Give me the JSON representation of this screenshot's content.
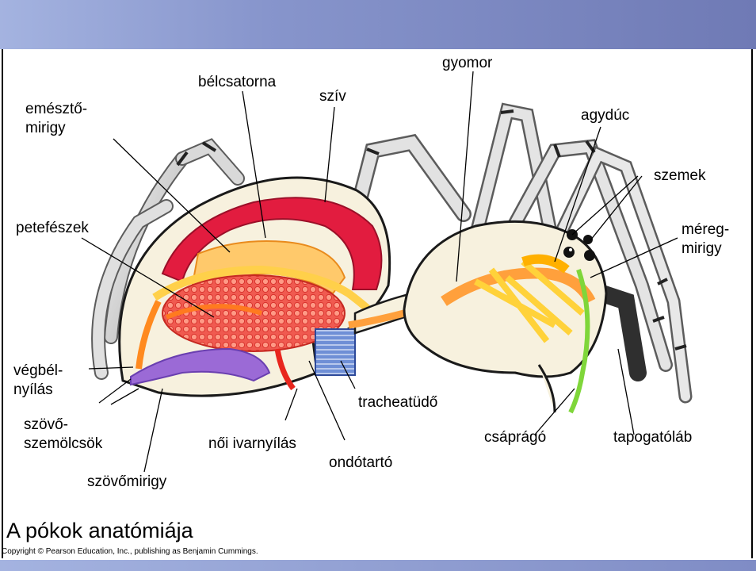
{
  "diagram": {
    "title": "A pókok anatómiája",
    "copyright": "Copyright © Pearson Education, Inc., publishing as Benjamin Cummings.",
    "labels": {
      "emeszto_mirigy": "emésztő-\nmirigy",
      "belcsatorna": "bélcsatorna",
      "sziv": "szív",
      "gyomor": "gyomor",
      "agyduc": "agydúc",
      "szemek": "szemek",
      "petefeszek": "petefészek",
      "meregmirigy": "méreg-\nmirigy",
      "vegbelnyilas": "végbél-\nnyílás",
      "szovoszemolcsok": "szövő-\nszemölcsök",
      "szovomirigy": "szövőmirigy",
      "noi_ivarnyilas": "női ivarnyílás",
      "ondotarto": "ondótartó",
      "tracheatudo": "tracheatüdő",
      "csaprago": "csáprágó",
      "tapogatolab": "tapogatóláb"
    }
  }
}
